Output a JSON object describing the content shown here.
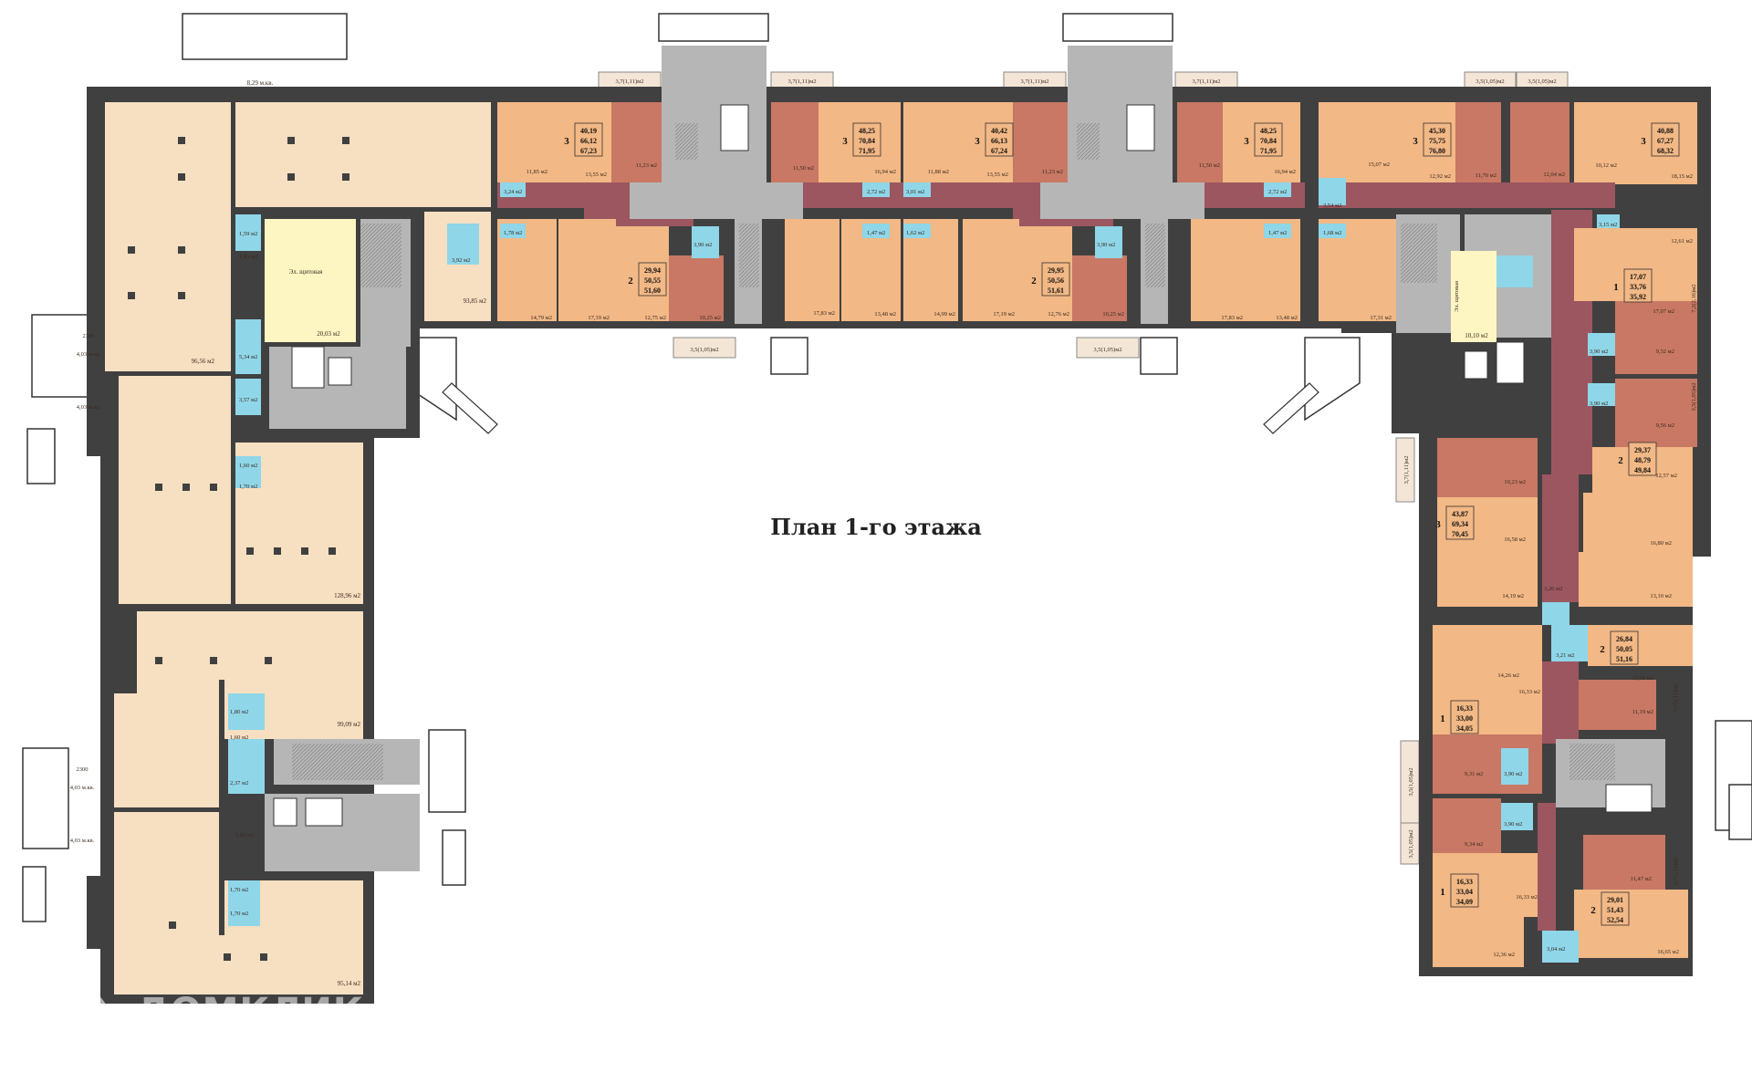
{
  "title": "План 1-го этажа",
  "watermark": {
    "text": "ДОМКЛИК",
    "icon": "house-logo-icon"
  },
  "colors": {
    "wall": "#404040",
    "commercial": "#f7dfc1",
    "orange_room": "#f2b885",
    "red_room": "#c87864",
    "corridor": "#9c5660",
    "common": "#b6b6b6",
    "bath": "#8fd6e8",
    "lobby": "#fdf6c2",
    "balcony": "#f4e6d6"
  },
  "apartments": [
    {
      "rooms": "3",
      "a": "40,19",
      "b": "66,12",
      "c": "67,23"
    },
    {
      "rooms": "3",
      "a": "48,25",
      "b": "70,84",
      "c": "71,95"
    },
    {
      "rooms": "3",
      "a": "40,42",
      "b": "66,13",
      "c": "67,24"
    },
    {
      "rooms": "3",
      "a": "48,25",
      "b": "70,84",
      "c": "71,95"
    },
    {
      "rooms": "3",
      "a": "45,30",
      "b": "75,75",
      "c": "76,80"
    },
    {
      "rooms": "3",
      "a": "40,88",
      "b": "67,27",
      "c": "68,32"
    },
    {
      "rooms": "2",
      "a": "29,94",
      "b": "50,55",
      "c": "51,60"
    },
    {
      "rooms": "2",
      "a": "29,95",
      "b": "50,56",
      "c": "51,61"
    },
    {
      "rooms": "1",
      "a": "17,07",
      "b": "33,76",
      "c": "35,92"
    },
    {
      "rooms": "2",
      "a": "29,37",
      "b": "48,79",
      "c": "49,84"
    },
    {
      "rooms": "3",
      "a": "43,87",
      "b": "69,34",
      "c": "70,45"
    },
    {
      "rooms": "2",
      "a": "26,84",
      "b": "50,05",
      "c": "51,16"
    },
    {
      "rooms": "1",
      "a": "16,33",
      "b": "33,00",
      "c": "34,05"
    },
    {
      "rooms": "1",
      "a": "16,33",
      "b": "33,04",
      "c": "34,09"
    },
    {
      "rooms": "2",
      "a": "29,01",
      "b": "51,43",
      "c": "52,54"
    }
  ],
  "commercial_areas": [
    "96,56 м2",
    "93,85 м2",
    "128,96 м2",
    "99,09 м2",
    "95,14 м2"
  ],
  "service_labels": [
    "Эл. щитовая",
    "20,03 м2",
    "Эл. щитовая",
    "10,10 м2",
    "8,29 м.кв.",
    "4,03 м.кв.",
    "4,03 м.кв.",
    "4,03 м.кв.",
    "4,03 м.кв.",
    "2300",
    "2300"
  ],
  "bath_labels": [
    "1,59 м2",
    "1,00 м2",
    "5,34 м2",
    "3,57 м2",
    "1,60 м2",
    "1,70 м2",
    "3,92 м2",
    "1,80 м2",
    "1,60 м2",
    "2,37 м2",
    "3,02 м2",
    "1,70 м2",
    "1,70 м2"
  ],
  "room_labels": [
    "11,85 м2",
    "13,55 м2",
    "11,23 м2",
    "11,50 м2",
    "16,94 м2",
    "11,88 м2",
    "13,55 м2",
    "11,23 м2",
    "11,50 м2",
    "16,94 м2",
    "15,07 м2",
    "12,92 м2",
    "11,70 м2",
    "12,04 м2",
    "10,12 м2",
    "18,15 м2",
    "14,79 м2",
    "17,19 м2",
    "12,75 м2",
    "10,25 м2",
    "17,83 м2",
    "13,48 м2",
    "14,99 м2",
    "17,19 м2",
    "12,76 м2",
    "10,25 м2",
    "17,83 м2",
    "13,48 м2",
    "17,31 м2",
    "3,24 м2",
    "1,78 м2",
    "3,90 м2",
    "2,72 м2",
    "1,47 м2",
    "3,01 м2",
    "1,62 м2",
    "3,90 м2",
    "2,72 м2",
    "1,47 м2",
    "3,54 м2",
    "1,68 м2",
    "3,15 м2",
    "12,61 м2",
    "17,07 м2",
    "9,32 м2",
    "3,90 м2",
    "3,90 м2",
    "9,56 м2",
    "12,57 м2",
    "10,23 м2",
    "16,58 м2",
    "16,80 м2",
    "14,19 м2",
    "3,26 м2",
    "13,10 м2",
    "14,26 м2",
    "3,21 м2",
    "12,58 м2",
    "16,33 м2",
    "11,19 м2",
    "9,31 м2",
    "3,90 м2",
    "9,34 м2",
    "3,90 м2",
    "16,33 м2",
    "11,47 м2",
    "12,36 м2",
    "3,04 м2",
    "16,65 м2"
  ],
  "balcony_labels": [
    "3,7(1,11)м2",
    "3,7(1,11)м2",
    "3,7(1,11)м2",
    "3,7(1,11)м2",
    "3,5(1,05)м2",
    "3,5(1,05)м2",
    "3,5(1,05)м2",
    "3,5(1,05)м2",
    "7,2(2,16)м2",
    "3,5(1,05)м2",
    "3,7(1,11)м2",
    "3,7(1,11)м2",
    "3,5(1,05)м2",
    "3,5(1,05)м2",
    "3,7(1,11)м2"
  ]
}
